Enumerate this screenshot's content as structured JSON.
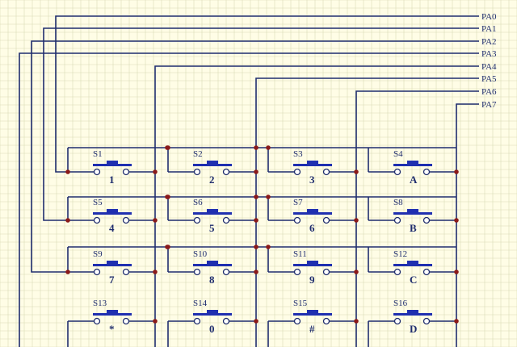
{
  "ports": [
    "PA0",
    "PA1",
    "PA2",
    "PA3",
    "PA4",
    "PA5",
    "PA6",
    "PA7"
  ],
  "switches": [
    {
      "name": "S1",
      "key": "1"
    },
    {
      "name": "S2",
      "key": "2"
    },
    {
      "name": "S3",
      "key": "3"
    },
    {
      "name": "S4",
      "key": "A"
    },
    {
      "name": "S5",
      "key": "4"
    },
    {
      "name": "S6",
      "key": "5"
    },
    {
      "name": "S7",
      "key": "6"
    },
    {
      "name": "S8",
      "key": "B"
    },
    {
      "name": "S9",
      "key": "7"
    },
    {
      "name": "S10",
      "key": "8"
    },
    {
      "name": "S11",
      "key": "9"
    },
    {
      "name": "S12",
      "key": "C"
    },
    {
      "name": "S13",
      "key": "*"
    },
    {
      "name": "S14",
      "key": "0"
    },
    {
      "name": "S15",
      "key": "#"
    },
    {
      "name": "S16",
      "key": "D"
    }
  ],
  "colors": {
    "background": "#fffde6",
    "grid": "#d9dcb6",
    "wire": "#1f2d6e",
    "junction": "#8b1a1a",
    "button": "#1f2fb0"
  }
}
